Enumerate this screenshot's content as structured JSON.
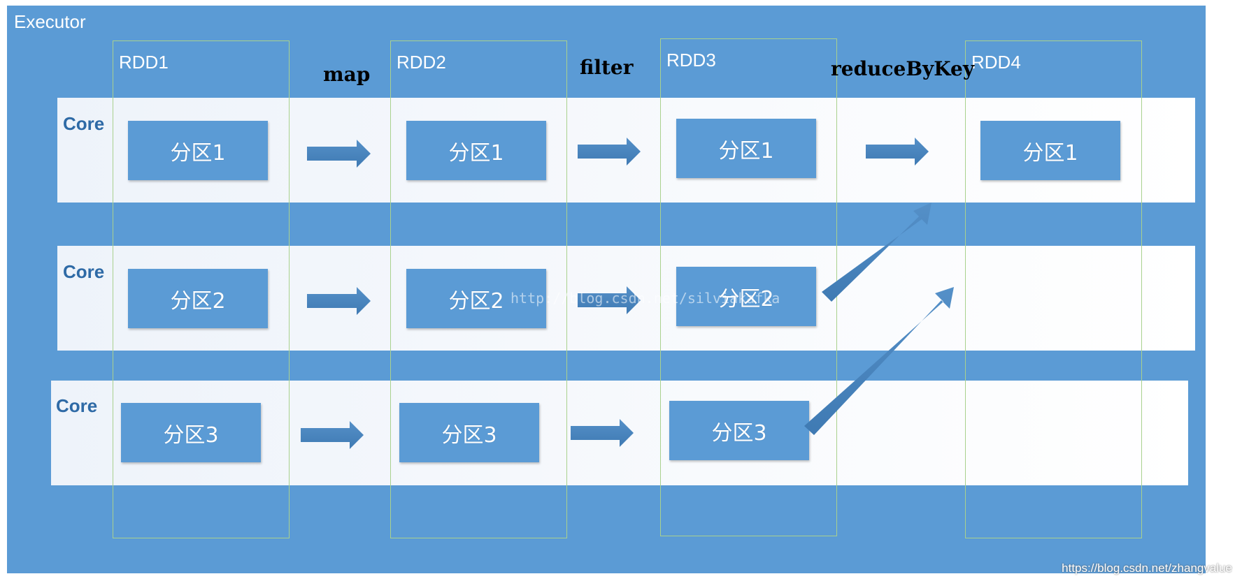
{
  "executor": {
    "label": "Executor"
  },
  "rdds": [
    "RDD1",
    "RDD2",
    "RDD3",
    "RDD4"
  ],
  "operations": [
    "map",
    "filter",
    "reduceByKey"
  ],
  "lanes": [
    {
      "core_label": "Core",
      "partitions": [
        "分区1",
        "分区1",
        "分区1",
        "分区1"
      ]
    },
    {
      "core_label": "Core",
      "partitions": [
        "分区2",
        "分区2",
        "分区2"
      ]
    },
    {
      "core_label": "Core",
      "partitions": [
        "分区3",
        "分区3",
        "分区3"
      ]
    }
  ],
  "colors": {
    "executor_bg": "#5b9bd5",
    "partition_bg": "#5b9bd5",
    "arrow": "#4a86be",
    "column_border": "#a9d18e",
    "core_text": "#2e6aa6"
  },
  "watermarks": {
    "center": "http://blog.csdn.net/silviakafka",
    "corner": "https://blog.csdn.net/zhangvalue"
  }
}
